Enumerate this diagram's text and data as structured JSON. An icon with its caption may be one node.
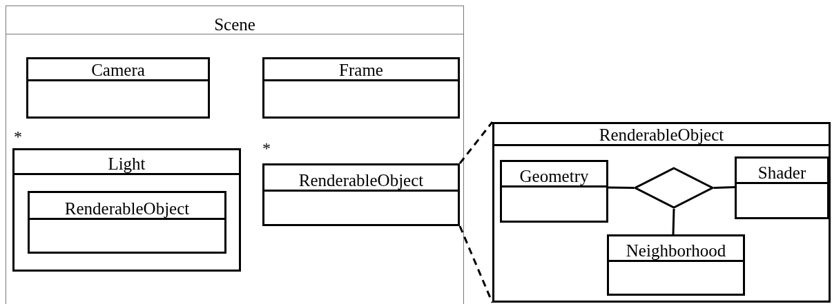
{
  "diagram": {
    "nodes": [
      {
        "text": [
          "Scene"
        ]
      },
      {
        "text": [
          "Camera"
        ],
        "in": 0
      },
      {
        "text": [
          "Frame"
        ],
        "in": 0
      },
      {
        "text": [
          "Light"
        ],
        "in": 0,
        "beside": [
          "*"
        ]
      },
      {
        "text": [
          "RenderableObject"
        ],
        "in": 3
      },
      {
        "text": [
          "RenderableObject"
        ],
        "in": 0,
        "beside": [
          "*"
        ]
      },
      {
        "text": [
          "RenderableObject"
        ]
      },
      {
        "text": [
          "Geometry"
        ],
        "in": 6
      },
      {
        "text": [],
        "shape": "diamond",
        "in": 6
      },
      {
        "text": [
          "Shader"
        ],
        "in": 6
      },
      {
        "text": [
          "Neighborhood"
        ],
        "in": 6
      }
    ],
    "edges": [
      {
        "from": 5,
        "to": 6,
        "arrow": "none",
        "style": "dashed"
      },
      {
        "from": 5,
        "to": 6,
        "arrow": "none",
        "style": "dashed"
      },
      {
        "from": 7,
        "to": 8,
        "arrow": "none"
      },
      {
        "from": 8,
        "to": 9,
        "arrow": "none"
      },
      {
        "from": 8,
        "to": 10,
        "arrow": "none"
      }
    ]
  }
}
